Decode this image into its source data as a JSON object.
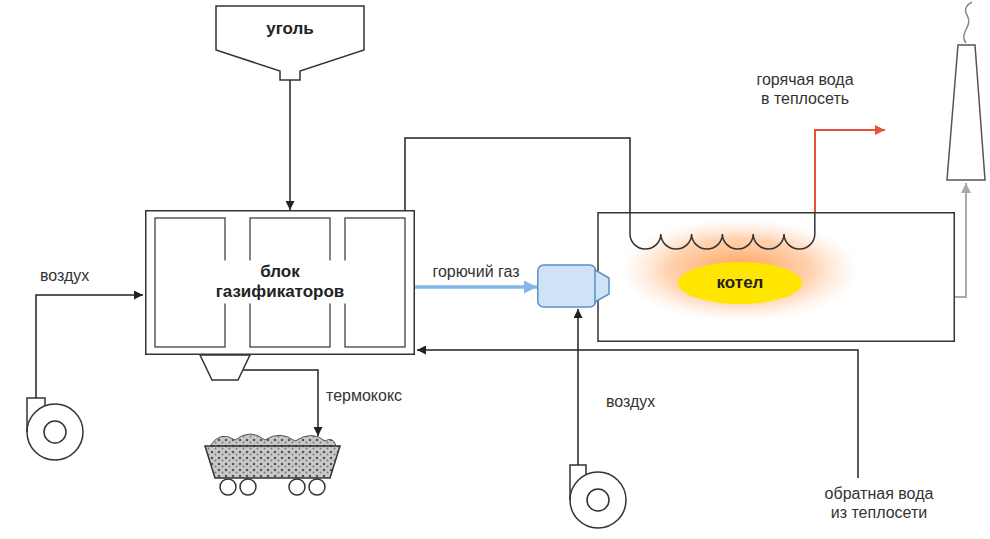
{
  "diagram": {
    "nodes": [
      {
        "text": [
          "уголь"
        ]
      },
      {
        "text": [
          "блок газификаторов"
        ]
      },
      {
        "text": [
          "котел"
        ]
      }
    ],
    "edges": [
      {
        "from": 0,
        "to": 1,
        "arrow": "to"
      },
      {
        "from": 1,
        "to": 2,
        "label": "горючий газ",
        "arrow": "to"
      },
      {
        "from": 1,
        "to": 2,
        "arrow": "none"
      }
    ],
    "labels": [
      "воздух",
      "термококс",
      "воздух",
      "горячая вода в теплосеть",
      "обратная вода из теплосети"
    ]
  }
}
